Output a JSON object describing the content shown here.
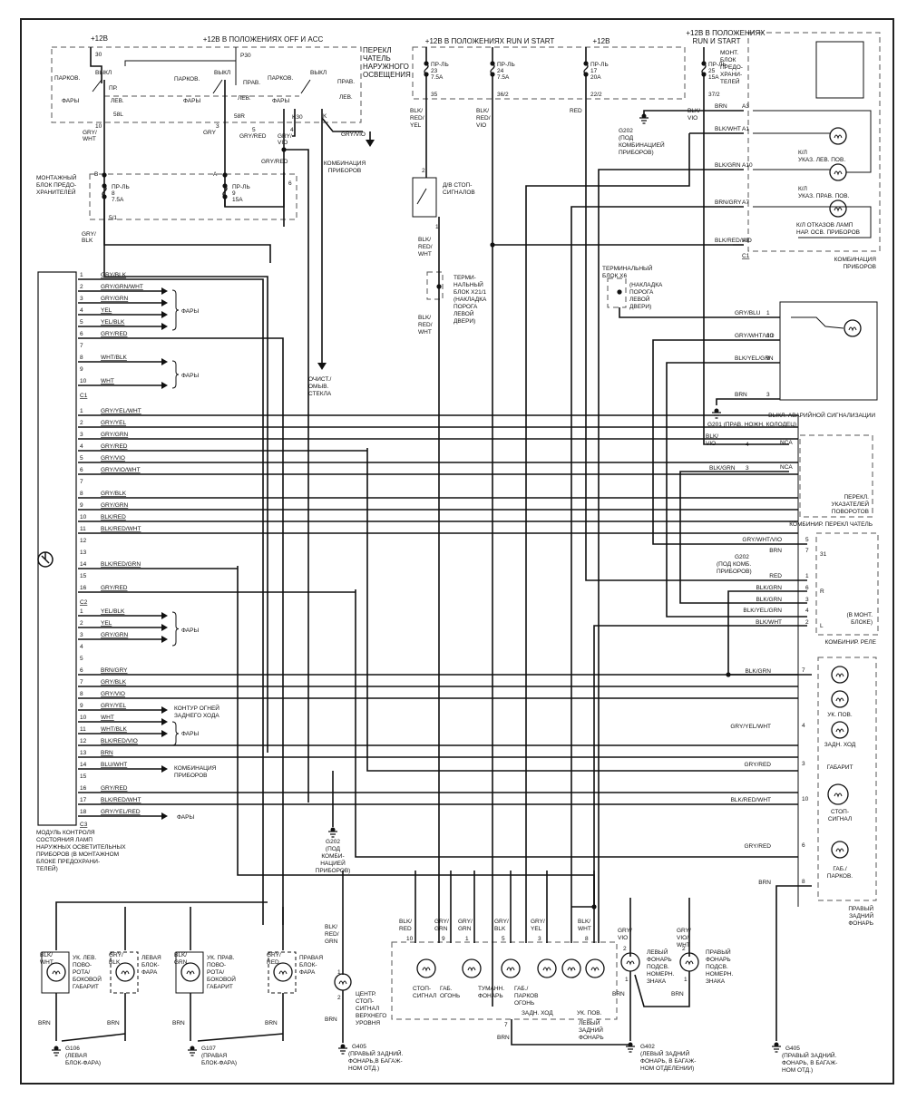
{
  "top": {
    "v12_left": "+12В",
    "v12_offacc": "+12В В ПОЛОЖЕНИЯХ OFF И ACC",
    "v12_runstart": "+12В В ПОЛОЖЕНИЯХ RUN И START",
    "v12_mid": "+12В",
    "v12_runstart2_l1": "+12В В ПОЛОЖЕНИЯХ",
    "v12_runstart2_l2": "RUN И START"
  },
  "light_switch": {
    "title": [
      "ПЕРЕКЛ",
      "ЧАТЕЛЬ",
      "НАРУЖНОГО",
      "ОСВЕЩЕНИЯ"
    ],
    "park": "ПАРКОВ.",
    "off": "ВЫКЛ",
    "heads": "ФАРЫ",
    "right": "ПРАВ.",
    "left": "ЛЕВ.",
    "pr": "ПР.",
    "pins": [
      "30",
      "P30",
      "58L",
      "58R",
      "K30",
      "K"
    ]
  },
  "switch_wires": [
    {
      "pin": "10",
      "color": "GRY/ WHT"
    },
    {
      "pin": "3",
      "color": "GRY"
    },
    {
      "pin": "5",
      "color": "GRY/RED"
    },
    {
      "pin": "4",
      "color": "GRY/ VIO"
    }
  ],
  "to_cluster": {
    "wire": "GRY/VIO",
    "label": [
      "КОМБИНАЦИЯ",
      "ПРИБОРОВ"
    ]
  },
  "fuse_block_left": {
    "title": [
      "МОНТАЖНЫЙ",
      "БЛОК ПРЕДО-",
      "ХРАНИТЕЛЕЙ"
    ],
    "fuses": [
      {
        "name": "ПР-ЛЬ",
        "num": "8",
        "amp": "7.5A",
        "node": "B"
      },
      {
        "name": "ПР-ЛЬ",
        "num": "9",
        "amp": "15A",
        "node": "A"
      }
    ],
    "out_pin": "5/1",
    "pin6": "6",
    "gryred2": "GRY/RED",
    "out_wire": "GRY/ BLK"
  },
  "fuse_block_right": {
    "title": [
      "МОНТ.",
      "БЛОК",
      "ПРЕДО-",
      "ХРАНИ-",
      "ТЕЛЕЙ"
    ],
    "fuses": [
      {
        "name": "ПР-ЛЬ",
        "num": "23",
        "amp": "7.5A",
        "pin": "35",
        "wire": "BLK/ RED/ YEL"
      },
      {
        "name": "ПР-ЛЬ",
        "num": "24",
        "amp": "7.5A",
        "pin": "36/2",
        "wire": "BLK/ RED/ VIO"
      },
      {
        "name": "ПР-ЛЬ",
        "num": "17",
        "amp": "20A",
        "pin": "22/2",
        "wire": "RED"
      },
      {
        "name": "ПР-ЛЬ",
        "num": "25",
        "amp": "15A",
        "pin": "37/2",
        "wire": "BLK/ VIO"
      }
    ]
  },
  "brake_switch": {
    "label": [
      "Д/В СТОП-",
      "СИГНАЛОВ"
    ],
    "pin_top": "2",
    "pin_bot": "1",
    "wire": "BLK/ RED/ WHT"
  },
  "term_x21": {
    "label": [
      "ТЕРМИ-",
      "НАЛЬНЫЙ",
      "БЛОК X21/1",
      "(НАКЛАДКА",
      "ПОРОГА",
      "ЛЕВОЙ",
      "ДВЕРИ)"
    ],
    "wire": "BLK/ RED/ WHT"
  },
  "term_x6": {
    "label": [
      "ТЕРМИНАЛЬНЫЙ",
      "БЛОК X6"
    ],
    "sub": [
      "(НАКЛАДКА",
      "ПОРОГА",
      "ЛЕВОЙ",
      "ДВЕРИ)"
    ]
  },
  "washer": {
    "wire": "GRY/VIO",
    "label": [
      "ОЧИСТ./",
      "ОМЫВ.",
      "СТЕКЛА"
    ]
  },
  "g202_top": {
    "id": "G202",
    "label": [
      "(ПОД",
      "КОМБИНАЦИЕЙ",
      "ПРИБОРОВ)"
    ]
  },
  "cluster": {
    "title": [
      "КОМБИНАЦИЯ",
      "ПРИБОРОВ"
    ],
    "pins": [
      {
        "wire": "BRN",
        "pin": "A3"
      },
      {
        "wire": "BLK/WHT",
        "pin": "A1"
      },
      {
        "wire": "BLK/GRN",
        "pin": "A10"
      },
      {
        "wire": "BRN/GRY",
        "pin": "A7"
      },
      {
        "wire": "BLK/RED/VIO",
        "pin": "A9"
      }
    ],
    "connector": "C1",
    "lamps": [
      [
        "К/Л",
        "УКАЗ. ЛЕВ. ПОВ."
      ],
      [
        "К/Л",
        "УКАЗ. ПРАВ. ПОВ."
      ],
      [
        "К/Л ОТКАЗОВ ЛАМП",
        "НАР. ОСВ. ПРИБОРОВ"
      ]
    ]
  },
  "hazard": {
    "title": "ВЫКЛ. АВАРИЙНОЙ СИГНАЛИЗАЦИИ",
    "pins": [
      {
        "wire": "GRY/BLU",
        "pin": "1"
      },
      {
        "wire": "GRY/WHT/VIO",
        "pin": "10"
      },
      {
        "wire": "BLK/YEL/GRN",
        "pin": "9"
      },
      {
        "wire": "BRN",
        "pin": "3"
      }
    ],
    "ground": "G201 (ПРАВ. НОЖН. КОЛОДЕЦ)"
  },
  "combo_switch": {
    "title": "КОМБИНИР. ПЕРЕКЛ  ЧАТЕЛЬ",
    "sub": [
      "ПЕРЕКЛ.",
      "УКАЗАТЕЛЕЙ",
      "ПОВОРОТОВ"
    ],
    "pins": [
      {
        "wire": "BLK/ VIO",
        "pin": "4",
        "term": "NCA"
      },
      {
        "wire": "BLK/GRN",
        "pin": "3",
        "term": "NCA"
      }
    ]
  },
  "combo_relay": {
    "title": "КОМБИНИР. РЕЛЕ",
    "sub": [
      "(В МОНТ.",
      "БЛОКЕ)"
    ],
    "g202": "G202",
    "g202_label": [
      "(ПОД КОМБ.",
      "ПРИБОРОВ)"
    ],
    "pins": [
      {
        "wire": "GRY/WHT/VIO",
        "pin": "5",
        "term": ""
      },
      {
        "wire": "BRN",
        "pin": "7",
        "term": "31"
      },
      {
        "wire": "RED",
        "pin": "1",
        "term": ""
      },
      {
        "wire": "BLK/GRN",
        "pin": "6",
        "term": "R"
      },
      {
        "wire": "BLK/GRN",
        "pin": "3",
        "term": ""
      },
      {
        "wire": "BLK/YEL/GRN",
        "pin": "4",
        "term": ""
      },
      {
        "wire": "BLK/WHT",
        "pin": "2",
        "term": "L"
      }
    ]
  },
  "right_tail": {
    "title": [
      "ПРАВЫЙ",
      "ЗАДНИЙ",
      "ФОНАРЬ"
    ],
    "pins": [
      {
        "wire": "BLK/GRN",
        "pin": "7"
      },
      {
        "wire": "GRY/YEL/WHT",
        "pin": "4"
      },
      {
        "wire": "GRY/RED",
        "pin": "3"
      },
      {
        "wire": "BLK/RED/WHT",
        "pin": "10"
      },
      {
        "wire": "GRY/RED",
        "pin": "6"
      },
      {
        "wire": "BRN",
        "pin": "8"
      }
    ],
    "lamps": [
      "УК. ПОВ.",
      "ЗАДН. ХОД",
      "ГАБАРИТ",
      "СТОП-СИГНАЛ",
      "ГАБ./ ПАРКОВ."
    ]
  },
  "module": {
    "label": [
      "МОДУЛЬ КОНТРОЛЯ",
      "СОСТОЯНИЯ ЛАМП",
      "НАРУЖНЫХ ОСВЕТИТЕЛЬНЫХ",
      "ПРИБОРОВ (В МОНТАЖНОМ",
      "БЛОКЕ ПРЕДОХРАНИ-",
      "ТЕЛЕЙ)"
    ],
    "c1": {
      "name": "C1",
      "pins": [
        {
          "n": "1",
          "w": "GRY/BLK"
        },
        {
          "n": "2",
          "w": "GRY/GRN/WHT"
        },
        {
          "n": "3",
          "w": "GRY/GRN"
        },
        {
          "n": "4",
          "w": "YEL"
        },
        {
          "n": "5",
          "w": "YEL/BLK"
        },
        {
          "n": "6",
          "w": "GRY/RED"
        },
        {
          "n": "7",
          "w": ""
        },
        {
          "n": "8",
          "w": "WHT/BLK"
        },
        {
          "n": "9",
          "w": ""
        },
        {
          "n": "10",
          "w": "WHT"
        }
      ]
    },
    "c2": {
      "name": "C2",
      "pins": [
        {
          "n": "1",
          "w": "GRY/YEL/WHT"
        },
        {
          "n": "2",
          "w": "GRY/YEL"
        },
        {
          "n": "3",
          "w": "GRY/GRN"
        },
        {
          "n": "4",
          "w": "GRY/RED"
        },
        {
          "n": "5",
          "w": "GRY/VIO"
        },
        {
          "n": "6",
          "w": "GRY/VIO/WHT"
        },
        {
          "n": "7",
          "w": ""
        },
        {
          "n": "8",
          "w": "GRY/BLK"
        },
        {
          "n": "9",
          "w": "GRY/GRN"
        },
        {
          "n": "10",
          "w": "BLK/RED"
        },
        {
          "n": "11",
          "w": "BLK/RED/WHT"
        },
        {
          "n": "12",
          "w": ""
        },
        {
          "n": "13",
          "w": ""
        },
        {
          "n": "14",
          "w": "BLK/RED/GRN"
        },
        {
          "n": "15",
          "w": ""
        },
        {
          "n": "16",
          "w": "GRY/RED"
        }
      ]
    },
    "c3": {
      "name": "C3",
      "pins": [
        {
          "n": "1",
          "w": "YEL/BLK"
        },
        {
          "n": "2",
          "w": "YEL"
        },
        {
          "n": "3",
          "w": "GRY/GRN"
        },
        {
          "n": "4",
          "w": ""
        },
        {
          "n": "5",
          "w": ""
        },
        {
          "n": "6",
          "w": "BRN/GRY"
        },
        {
          "n": "7",
          "w": "GRY/BLK"
        },
        {
          "n": "8",
          "w": "GRY/VIO"
        },
        {
          "n": "9",
          "w": "GRY/YEL"
        },
        {
          "n": "10",
          "w": "WHT"
        },
        {
          "n": "11",
          "w": "WHT/BLK"
        },
        {
          "n": "12",
          "w": "BLK/RED/VIO"
        },
        {
          "n": "13",
          "w": "BRN"
        },
        {
          "n": "14",
          "w": "BLU/WHT"
        },
        {
          "n": "15",
          "w": ""
        },
        {
          "n": "16",
          "w": "GRY/RED"
        },
        {
          "n": "17",
          "w": "BLK/RED/WHT"
        },
        {
          "n": "18",
          "w": "GRY/YEL/RED"
        }
      ]
    },
    "headlights": "ФАРЫ",
    "reverse_contour": [
      "КОНТУР ОГНЕЙ",
      "ЗАДНЕГО ХОДА"
    ],
    "cluster": [
      "КОМБИНАЦИЯ",
      "ПРИБОРОВ"
    ]
  },
  "g202_mid": {
    "id": "G202",
    "label": [
      "(ПОД",
      "КОМБИ-",
      "НАЦИЕЙ",
      "ПРИБОРОВ)"
    ]
  },
  "front_lamps": [
    {
      "wire": "BLK/ WHT",
      "label": [
        "УК. ЛЕВ.",
        "ПОВО-",
        "РОТА/",
        "БОКОВОЙ",
        "ГАБАРИТ"
      ],
      "gnd": "BRN"
    },
    {
      "wire": "GRY/ BLK",
      "label": [
        "ЛЕВАЯ",
        "БЛОК-",
        "ФАРА"
      ],
      "gnd": "BRN"
    },
    {
      "wire": "BLK/ GRN",
      "label": [
        "УК. ПРАВ.",
        "ПОВО-",
        "РОТА/",
        "БОКОВОЙ",
        "ГАБАРИТ"
      ],
      "gnd": "BRN"
    },
    {
      "wire": "GRY/ RED",
      "label": [
        "ПРАВАЯ",
        "БЛОК-",
        "ФАРА"
      ],
      "gnd": "BRN"
    }
  ],
  "g106": {
    "id": "G106",
    "label": [
      "(ЛЕВАЯ",
      "БЛОК-ФАРА)"
    ]
  },
  "g107": {
    "id": "G107",
    "label": [
      "(ПРАВАЯ",
      "БЛОК-ФАРА)"
    ]
  },
  "chmsl": {
    "wire": "BLK/ RED/ GRN",
    "pin1": "1",
    "pin2": "2",
    "gnd": "BRN",
    "label": [
      "ЦЕНТР.",
      "СТОП-",
      "СИГНАЛ",
      "ВЕРХНЕГО",
      "УРОВНЯ"
    ]
  },
  "g405_left": {
    "id": "G405",
    "label": [
      "(ПРАВЫЙ ЗАДНИЙ.",
      "ФОНАРЬ,В БАГАЖ-",
      "НОМ ОТД.)"
    ]
  },
  "left_tail": {
    "title": [
      "ЛЕВЫЙ",
      "ЗАДНИЙ",
      "ФОНАРЬ"
    ],
    "pins": [
      {
        "wire": "BLK/ RED",
        "pin": "10"
      },
      {
        "wire": "GRY/ GRN",
        "pin": "9"
      },
      {
        "wire": "GRY/ GRN",
        "pin": "1"
      },
      {
        "wire": "GRY/ BLK",
        "pin": "5"
      },
      {
        "wire": "GRY/ YEL",
        "pin": "3"
      },
      {
        "wire": "BLK/ WHT",
        "pin": "8"
      }
    ],
    "lamps": [
      "СТОП- СИГНАЛ",
      "ГАБ. ОГОНЬ",
      "ТУМАНН. ФОНАРЬ",
      "ГАБ./ ПАРКОВ ОГОНЬ",
      "ЗАДН. ХОД",
      "УК. ПОВ."
    ],
    "gnd_pin": "7",
    "gnd_wire": "BRN"
  },
  "plate_lamps": [
    {
      "wire": "GRY/ VIO",
      "pin": "2",
      "pin2": "1",
      "gnd": "BRN",
      "label": [
        "ЛЕВЫЙ",
        "ФОНАРЬ",
        "ПОДСВ.",
        "НОМЕРН.",
        "ЗНАКА"
      ]
    },
    {
      "wire": "GRY/ VIO/ WHT",
      "pin": "2",
      "pin2": "1",
      "gnd": "BRN",
      "label": [
        "ПРАВЫЙ",
        "ФОНАРЬ",
        "ПОДСВ.",
        "НОМЕРН.",
        "ЗНАКА"
      ]
    }
  ],
  "g402": {
    "id": "G402",
    "label": [
      "(ЛЕВЫЙ ЗАДНИЙ",
      "ФОНАРЬ, В БАГАЖ-",
      "НОМ ОТДЕЛЕНИИ)"
    ]
  },
  "g405_right": {
    "id": "G405",
    "label": [
      "(ПРАВЫЙ ЗАДНИЙ.",
      "ФОНАРЬ, В БАГАЖ-",
      "НОМ ОТД.)"
    ]
  }
}
